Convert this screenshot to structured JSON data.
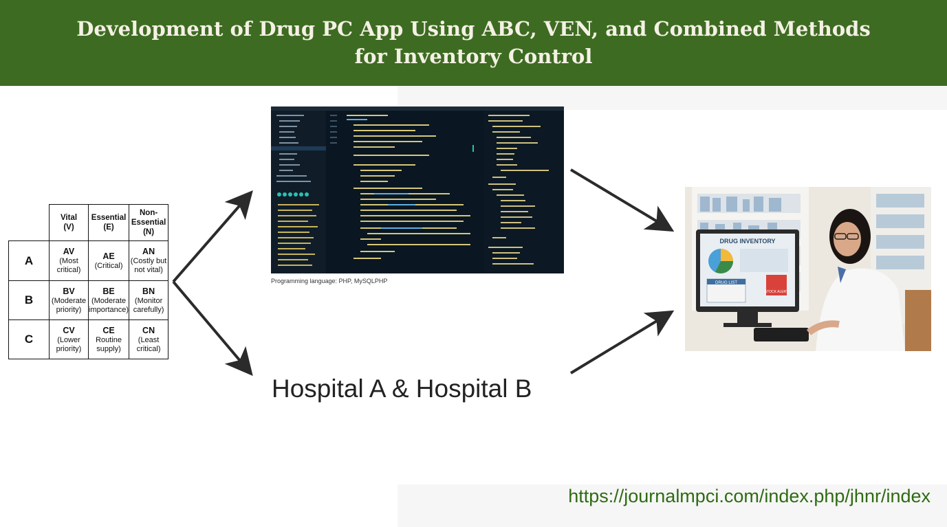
{
  "header": {
    "title": "Development of Drug PC App Using ABC, VEN, and Combined Methods\nfor Inventory Control",
    "background_color": "#3d6b22"
  },
  "ven_table": {
    "columns": [
      "Vital\n(V)",
      "Essential\n(E)",
      "Non-\nEssential\n(N)"
    ],
    "rows": [
      {
        "label": "A",
        "cells": [
          {
            "code": "AV",
            "desc": "(Most\ncritical)"
          },
          {
            "code": "AE",
            "desc": "(Critical)"
          },
          {
            "code": "AN",
            "desc": "(Costly but\nnot vital)"
          }
        ]
      },
      {
        "label": "B",
        "cells": [
          {
            "code": "BV",
            "desc": "(Moderate\npriority)"
          },
          {
            "code": "BE",
            "desc": "(Moderate\nimportance)"
          },
          {
            "code": "BN",
            "desc": "(Monitor\ncarefully)"
          }
        ]
      },
      {
        "label": "C",
        "cells": [
          {
            "code": "CV",
            "desc": "(Lower\npriority)"
          },
          {
            "code": "CE",
            "desc": "Routine\nsupply)"
          },
          {
            "code": "CN",
            "desc": "(Least\ncritical)"
          }
        ]
      }
    ]
  },
  "code_screenshot": {
    "caption": "Programming language: PHP, MySQLPHP"
  },
  "hospitals_label": "Hospital A & Hospital B",
  "photo": {
    "monitor_title": "DRUG INVENTORY",
    "list_label": "DRUG LIST",
    "alert_label": "STOCK ALERT"
  },
  "footer": {
    "url": "https://journalmpci.com/index.php/jhnr/index",
    "url_color": "#2e6b12"
  }
}
